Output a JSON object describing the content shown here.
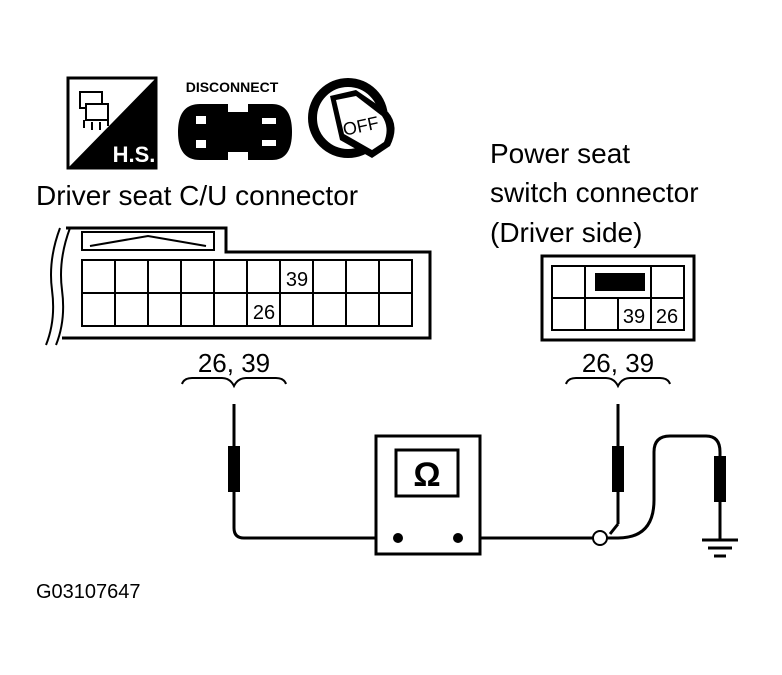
{
  "icons": {
    "hs_label": "H.S.",
    "disconnect_label": "DISCONNECT",
    "ignition_label": "OFF"
  },
  "left_connector": {
    "title": "Driver seat C/U connector",
    "terminal_top": "39",
    "terminal_bottom": "26",
    "probe_label": "26, 39"
  },
  "right_connector": {
    "title_line1": "Power seat",
    "title_line2": "switch connector",
    "title_line3": "(Driver side)",
    "terminal_a": "39",
    "terminal_b": "26",
    "probe_label": "26, 39"
  },
  "meter": {
    "symbol": "Ω"
  },
  "figure_id": "G03107647"
}
